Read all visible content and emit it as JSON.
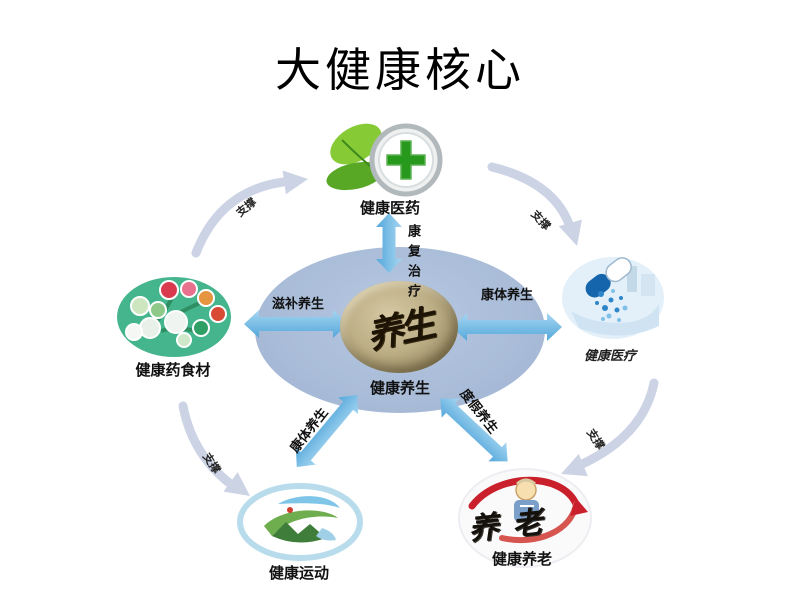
{
  "title": "大健康核心",
  "center": {
    "calligraphy": "养生",
    "label": "健康养生"
  },
  "nodes": {
    "top": {
      "label": "健康医药",
      "icon": "green-cross-leaf-icon"
    },
    "left": {
      "label": "健康药食材",
      "icon": "herbal-food-plates-icon"
    },
    "right": {
      "label": "健康医疗",
      "icon": "capsule-medicine-icon"
    },
    "bottom": {
      "label": "健康运动",
      "icon": "sports-landscape-icon"
    },
    "bottom_right": {
      "label": "健康养老",
      "icon": "elderly-ribbon-icon",
      "calligraphy": "养老"
    }
  },
  "spokes": {
    "top": "康复治疗",
    "left": "滋补养生",
    "right": "康体养生",
    "bottom_left": "康体养生",
    "bottom_right": "度假养生"
  },
  "supports": [
    {
      "id": "left-to-top",
      "label": "支撑"
    },
    {
      "id": "top-to-right",
      "label": "支撑"
    },
    {
      "id": "right-to-bottomright",
      "label": "支撑"
    },
    {
      "id": "left-to-bottom",
      "label": "支撑"
    }
  ],
  "colors": {
    "center_ellipse": "#a9bcd8",
    "stone": "#bcae85",
    "spoke_arrow_blue": "#5fb0e0",
    "support_arrow_gray": "#ccd3e5",
    "cross_green": "#27991d",
    "leaf_green": "#86cb36",
    "left_node_teal": "#45b58e",
    "ribbon_red": "#c9202b",
    "sport_ring_blue": "#b8dcec"
  }
}
